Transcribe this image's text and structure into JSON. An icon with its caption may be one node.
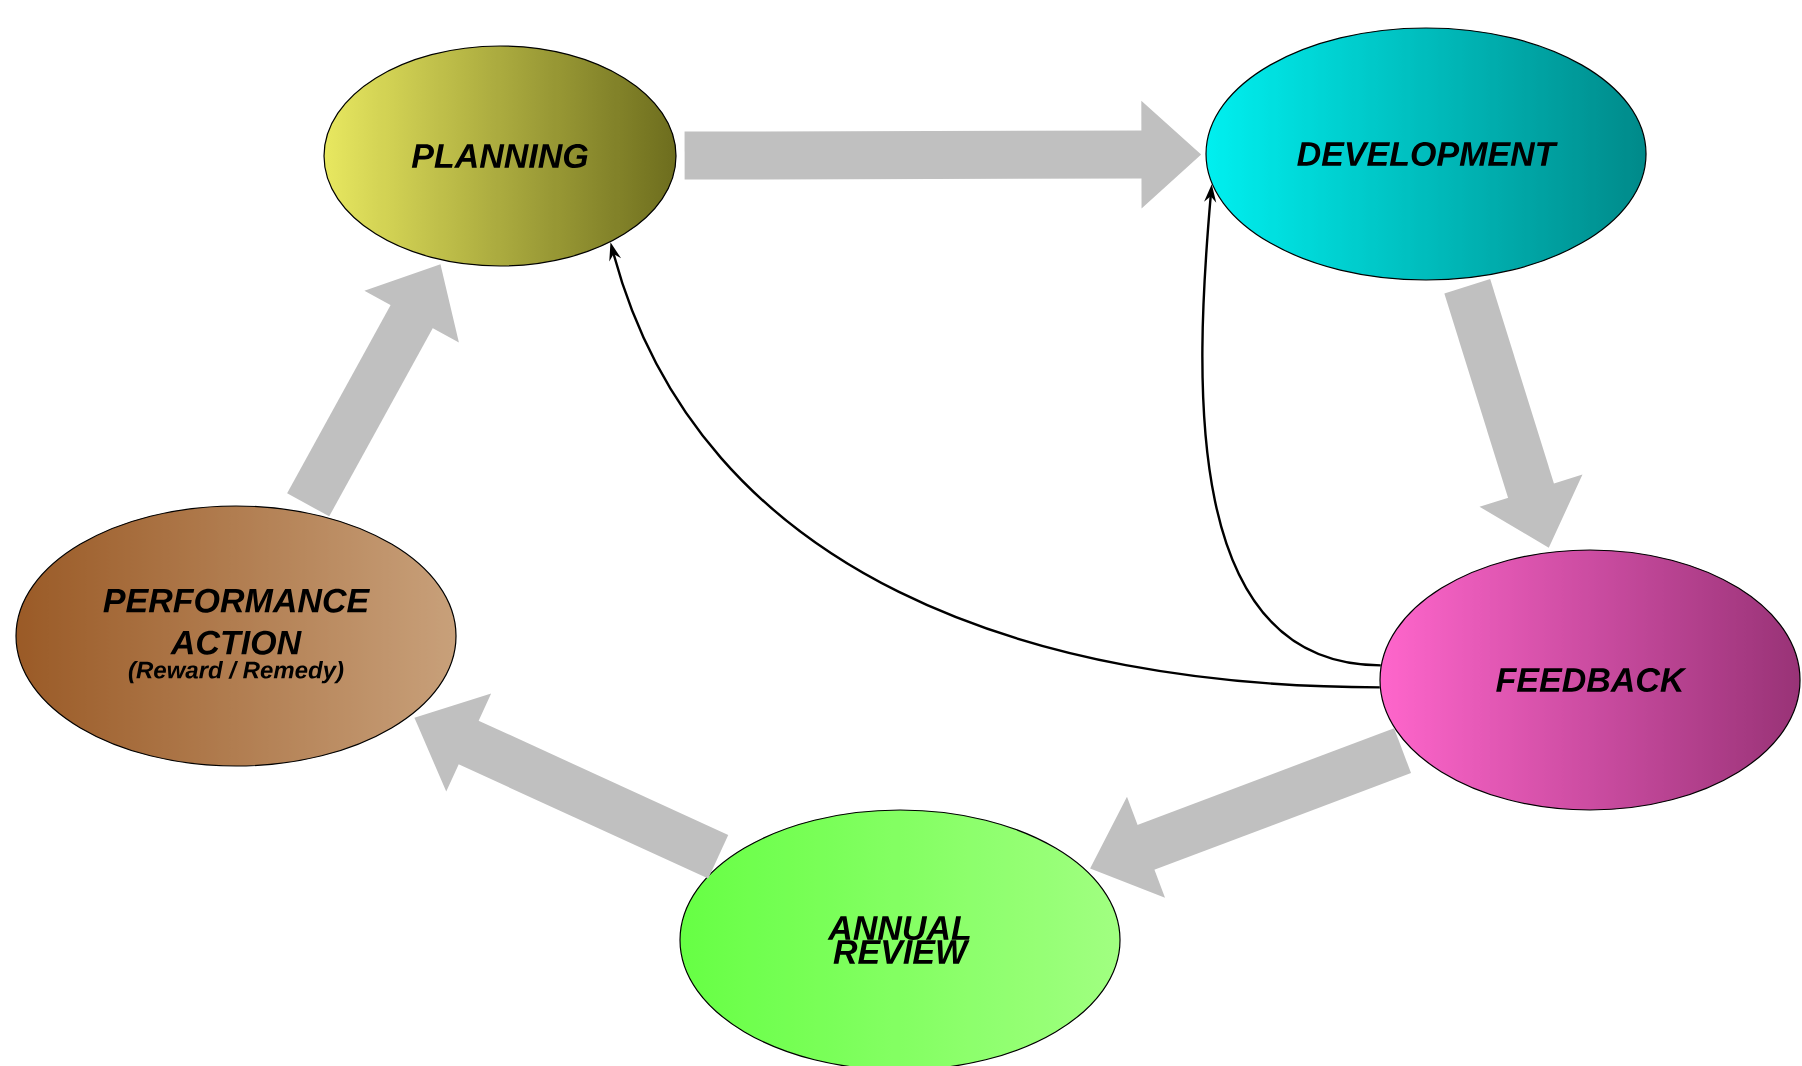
{
  "diagram": {
    "nodes": [
      {
        "text": [
          "PLANNING"
        ]
      },
      {
        "text": [
          "DEVELOPMENT"
        ]
      },
      {
        "text": [
          "FEEDBACK"
        ]
      },
      {
        "text": [
          "ANNUAL REVIEW"
        ]
      },
      {
        "text": [
          "PERFORMANCE ACTION",
          "(Reward / Remedy)"
        ]
      }
    ],
    "edges": [
      {
        "from": 0,
        "to": 1,
        "arrow": "to"
      },
      {
        "from": 1,
        "to": 2,
        "arrow": "to"
      },
      {
        "from": 2,
        "to": 3,
        "arrow": "to"
      },
      {
        "from": 3,
        "to": 4,
        "arrow": "to"
      },
      {
        "from": 4,
        "to": 0,
        "arrow": "to"
      },
      {
        "from": 2,
        "to": 0,
        "arrow": "to",
        "color": "#000000"
      },
      {
        "from": 2,
        "to": 1,
        "arrow": "to",
        "color": "#000000"
      }
    ]
  }
}
